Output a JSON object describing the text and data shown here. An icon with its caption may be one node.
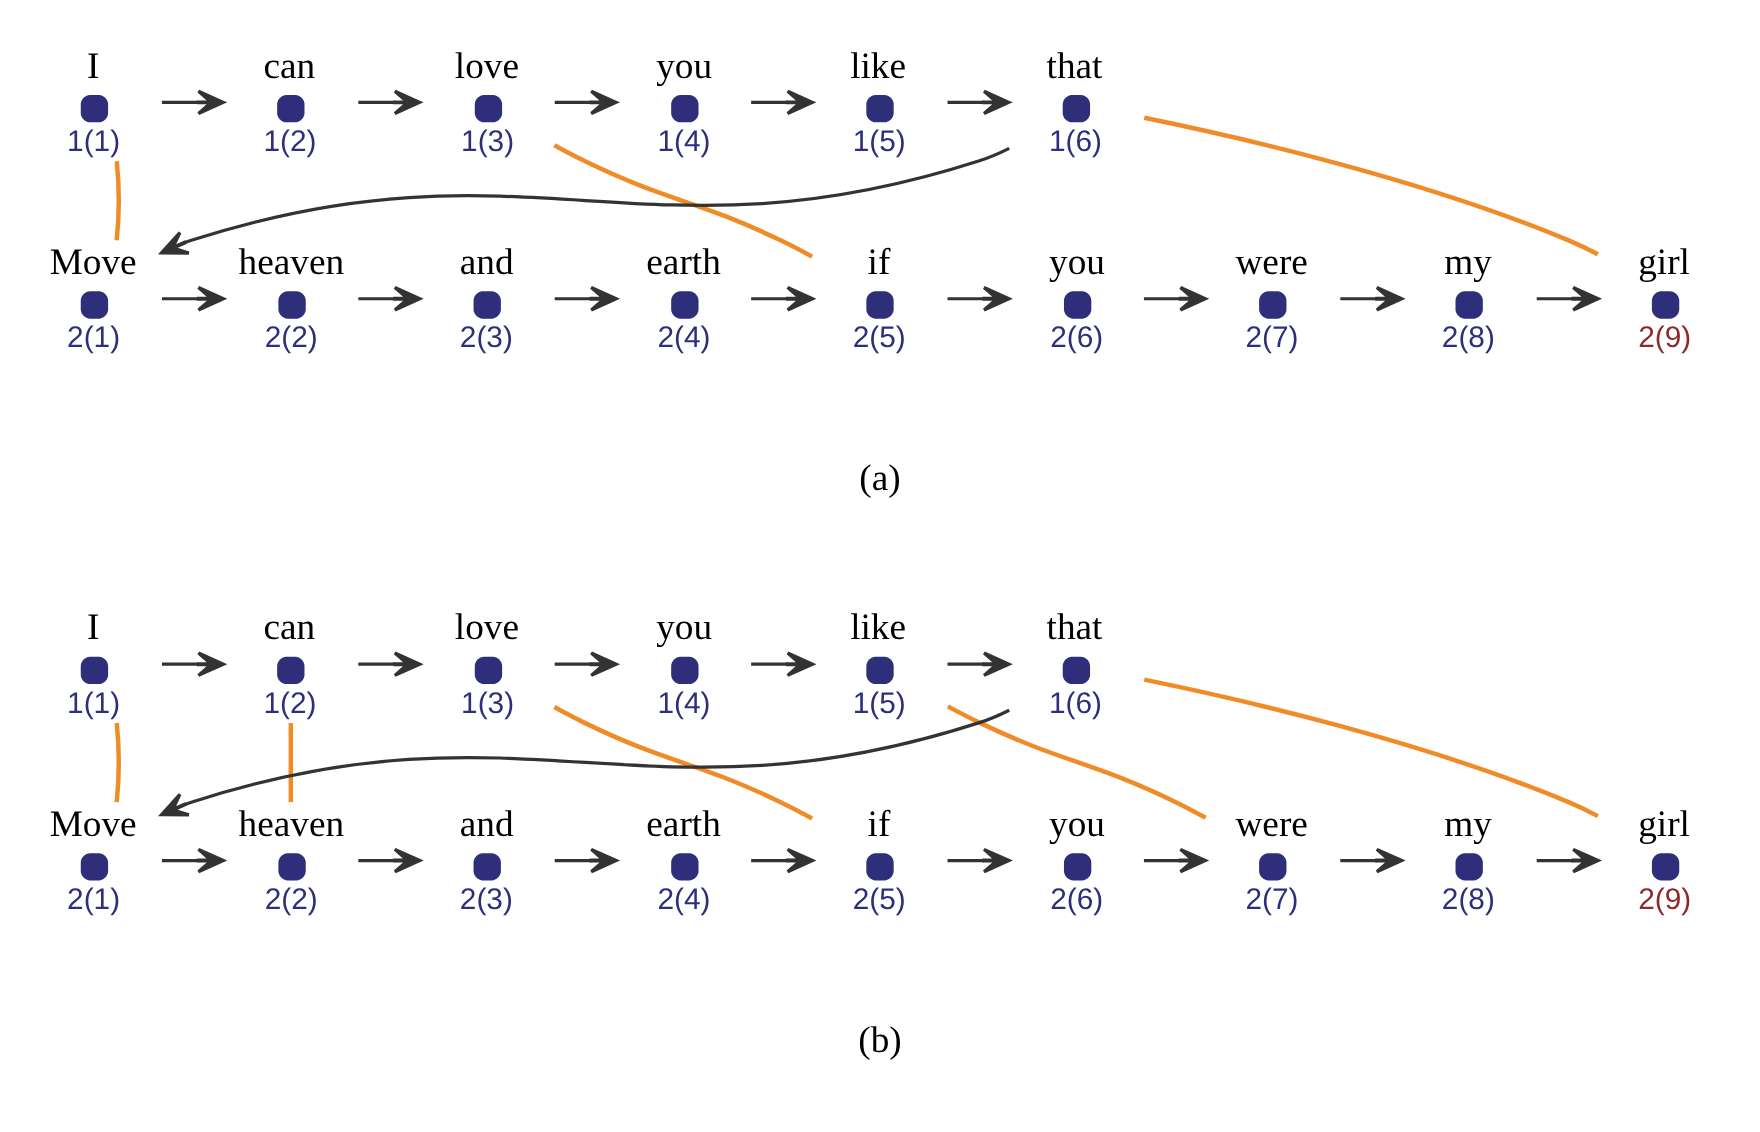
{
  "diagram": {
    "nodes": [
      {
        "text": [
          "I",
          "1(1)"
        ]
      },
      {
        "text": [
          "can",
          "1(2)"
        ]
      },
      {
        "text": [
          "love",
          "1(3)"
        ]
      },
      {
        "text": [
          "you",
          "1(4)"
        ]
      },
      {
        "text": [
          "like",
          "1(5)"
        ]
      },
      {
        "text": [
          "that",
          "1(6)"
        ]
      },
      {
        "text": [
          "Move",
          "2(1)"
        ]
      },
      {
        "text": [
          "heaven",
          "2(2)"
        ]
      },
      {
        "text": [
          "and",
          "2(3)"
        ]
      },
      {
        "text": [
          "earth",
          "2(4)"
        ]
      },
      {
        "text": [
          "if",
          "2(5)"
        ]
      },
      {
        "text": [
          "you",
          "2(6)"
        ]
      },
      {
        "text": [
          "were",
          "2(7)"
        ]
      },
      {
        "text": [
          "my",
          "2(8)"
        ]
      },
      {
        "text": [
          "girl",
          "2(9)"
        ]
      },
      {
        "text": [
          "I",
          "1(1)"
        ]
      },
      {
        "text": [
          "can",
          "1(2)"
        ]
      },
      {
        "text": [
          "love",
          "1(3)"
        ]
      },
      {
        "text": [
          "you",
          "1(4)"
        ]
      },
      {
        "text": [
          "like",
          "1(5)"
        ]
      },
      {
        "text": [
          "that",
          "1(6)"
        ]
      },
      {
        "text": [
          "Move",
          "2(1)"
        ]
      },
      {
        "text": [
          "heaven",
          "2(2)"
        ]
      },
      {
        "text": [
          "and",
          "2(3)"
        ]
      },
      {
        "text": [
          "earth",
          "2(4)"
        ]
      },
      {
        "text": [
          "if",
          "2(5)"
        ]
      },
      {
        "text": [
          "you",
          "2(6)"
        ]
      },
      {
        "text": [
          "were",
          "2(7)"
        ]
      },
      {
        "text": [
          "my",
          "2(8)"
        ]
      },
      {
        "text": [
          "girl",
          "2(9)"
        ]
      }
    ],
    "edges": [
      {
        "from": 0,
        "to": 1,
        "arrow": "to"
      },
      {
        "from": 1,
        "to": 2,
        "arrow": "to"
      },
      {
        "from": 2,
        "to": 3,
        "arrow": "to"
      },
      {
        "from": 3,
        "to": 4,
        "arrow": "to"
      },
      {
        "from": 4,
        "to": 5,
        "arrow": "to"
      },
      {
        "from": 5,
        "to": 6,
        "arrow": "to"
      },
      {
        "from": 6,
        "to": 7,
        "arrow": "to"
      },
      {
        "from": 7,
        "to": 8,
        "arrow": "to"
      },
      {
        "from": 8,
        "to": 9,
        "arrow": "to"
      },
      {
        "from": 9,
        "to": 10,
        "arrow": "to"
      },
      {
        "from": 10,
        "to": 11,
        "arrow": "to"
      },
      {
        "from": 11,
        "to": 12,
        "arrow": "to"
      },
      {
        "from": 12,
        "to": 13,
        "arrow": "to"
      },
      {
        "from": 13,
        "to": 14,
        "arrow": "to"
      },
      {
        "from": 0,
        "to": 6,
        "arrow": "none",
        "color": "#f08c28"
      },
      {
        "from": 2,
        "to": 10,
        "arrow": "none",
        "color": "#f08c28"
      },
      {
        "from": 5,
        "to": 14,
        "arrow": "none",
        "color": "#f08c28"
      },
      {
        "from": 15,
        "to": 16,
        "arrow": "to"
      },
      {
        "from": 16,
        "to": 17,
        "arrow": "to"
      },
      {
        "from": 17,
        "to": 18,
        "arrow": "to"
      },
      {
        "from": 18,
        "to": 19,
        "arrow": "to"
      },
      {
        "from": 19,
        "to": 20,
        "arrow": "to"
      },
      {
        "from": 20,
        "to": 21,
        "arrow": "to"
      },
      {
        "from": 21,
        "to": 22,
        "arrow": "to"
      },
      {
        "from": 22,
        "to": 23,
        "arrow": "to"
      },
      {
        "from": 23,
        "to": 24,
        "arrow": "to"
      },
      {
        "from": 24,
        "to": 25,
        "arrow": "to"
      },
      {
        "from": 25,
        "to": 26,
        "arrow": "to"
      },
      {
        "from": 26,
        "to": 27,
        "arrow": "to"
      },
      {
        "from": 27,
        "to": 28,
        "arrow": "to"
      },
      {
        "from": 28,
        "to": 29,
        "arrow": "to"
      },
      {
        "from": 15,
        "to": 21,
        "arrow": "none",
        "color": "#f08c28"
      },
      {
        "from": 16,
        "to": 22,
        "arrow": "none",
        "color": "#f08c28"
      },
      {
        "from": 17,
        "to": 25,
        "arrow": "none",
        "color": "#f08c28"
      },
      {
        "from": 19,
        "to": 27,
        "arrow": "none",
        "color": "#f08c28"
      },
      {
        "from": 20,
        "to": 29,
        "arrow": "none",
        "color": "#f08c28"
      }
    ],
    "labels": [
      "(a)",
      "(b)"
    ]
  }
}
